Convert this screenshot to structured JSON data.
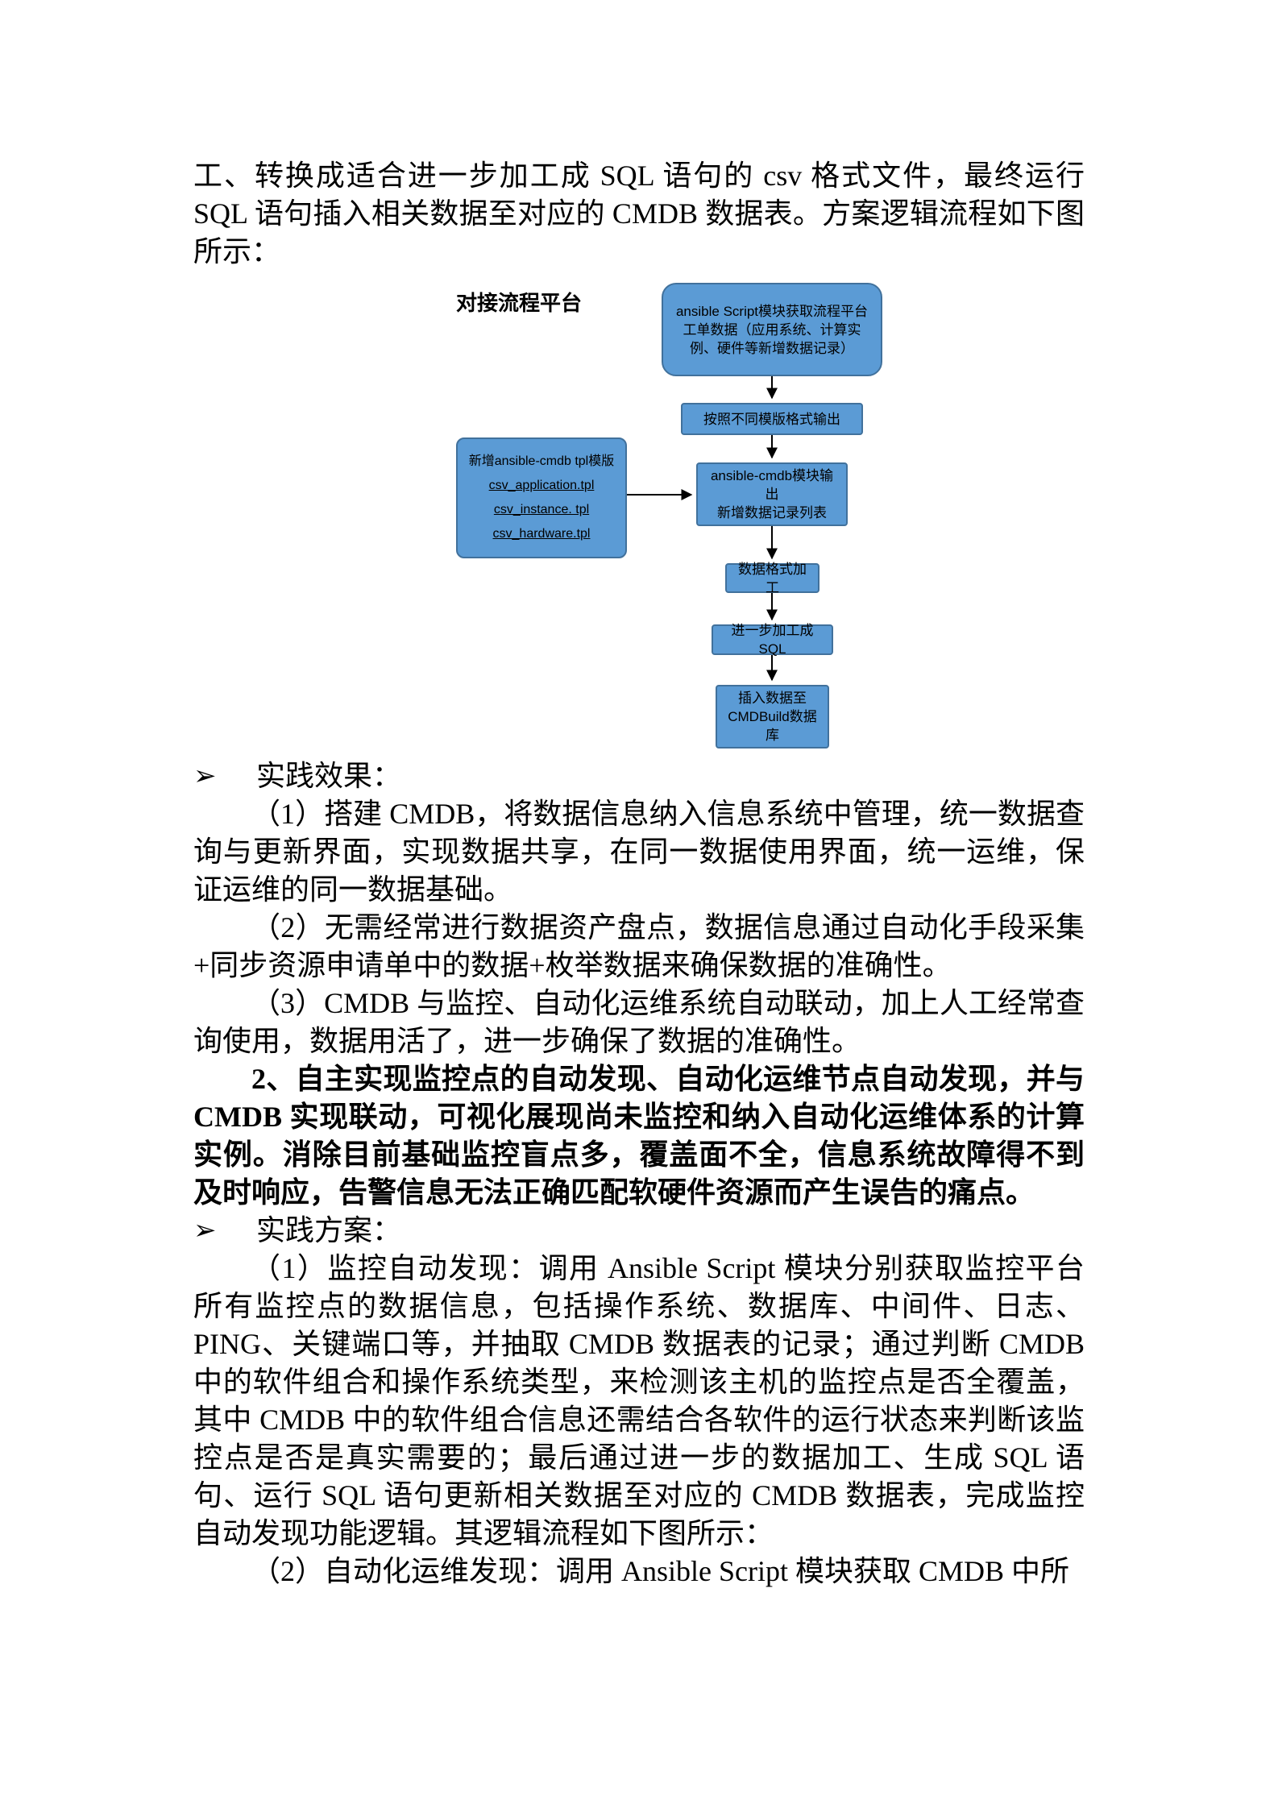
{
  "doc": {
    "intro": "工、转换成适合进一步加工成 SQL 语句的 csv 格式文件，最终运行 SQL 语句插入相关数据至对应的 CMDB 数据表。方案逻辑流程如下图所示：",
    "bullet_marker": "➢",
    "bullet_effects": "实践效果：",
    "effect1": "（1）搭建 CMDB，将数据信息纳入信息系统中管理，统一数据查询与更新界面，实现数据共享，在同一数据使用界面，统一运维，保证运维的同一数据基础。",
    "effect2": "（2）无需经常进行数据资产盘点，数据信息通过自动化手段采集+同步资源申请单中的数据+枚举数据来确保数据的准确性。",
    "effect3": "（3）CMDB 与监控、自动化运维系统自动联动，加上人工经常查询使用，数据用活了，进一步确保了数据的准确性。",
    "bold_point": "2、自主实现监控点的自动发现、自动化运维节点自动发现，并与 CMDB 实现联动，可视化展现尚未监控和纳入自动化运维体系的计算实例。消除目前基础监控盲点多，覆盖面不全，信息系统故障得不到及时响应，告警信息无法正确匹配软硬件资源而产生误告的痛点。",
    "bullet_plan": "实践方案：",
    "plan1": "（1）监控自动发现：调用 Ansible Script 模块分别获取监控平台所有监控点的数据信息，包括操作系统、数据库、中间件、日志、PING、关键端口等，并抽取 CMDB 数据表的记录；通过判断 CMDB 中的软件组合和操作系统类型，来检测该主机的监控点是否全覆盖，其中 CMDB 中的软件组合信息还需结合各软件的运行状态来判断该监控点是否是真实需要的；最后通过进一步的数据加工、生成 SQL 语句、运行 SQL 语句更新相关数据至对应的 CMDB 数据表，完成监控自动发现功能逻辑。其逻辑流程如下图所示：",
    "plan2": "（2）自动化运维发现：调用 Ansible Script 模块获取 CMDB 中所"
  },
  "flowchart": {
    "platform_label": "对接流程平台",
    "box_workorder": "ansible Script模块获取流程平台工单数据（应用系统、计算实例、硬件等新增数据记录）",
    "box_template_output": "按照不同模版格式输出",
    "tpl_title": "新增ansible-cmdb tpl模版",
    "tpl_files": [
      "csv_application.tpl",
      "csv_instance. tpl",
      "csv_hardware.tpl"
    ],
    "box_output_line1": "ansible-cmdb模块输出",
    "box_output_line2": "新增数据记录列表",
    "box_format": "数据格式加工",
    "box_sql": "进一步加工成SQL",
    "box_insert_line1": "插入数据至",
    "box_insert_line2": "CMDBuild数据库",
    "colors": {
      "box_fill": "#5B9BD5",
      "box_border": "#41719C"
    }
  }
}
